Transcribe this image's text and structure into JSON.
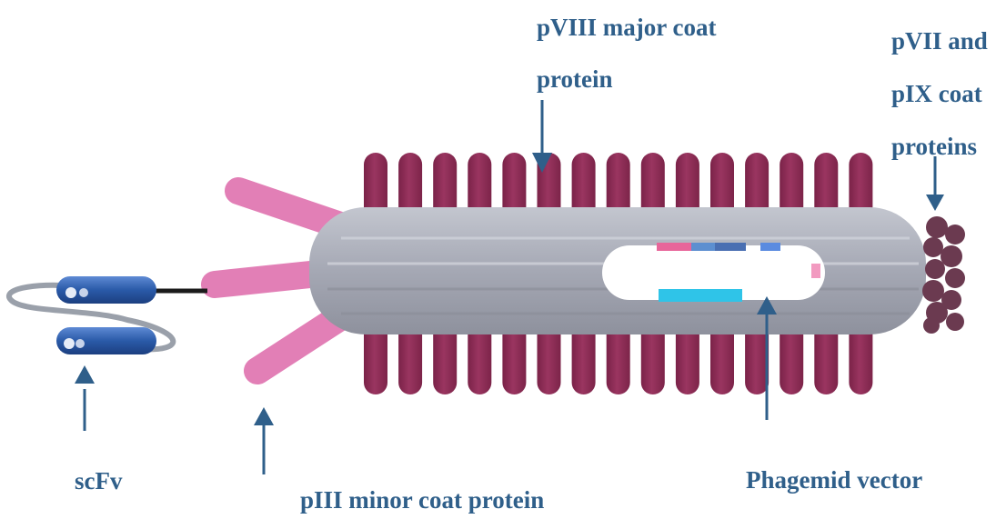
{
  "labels": {
    "pviii": {
      "line1": "pVIII major coat",
      "line2": "protein"
    },
    "pvii_pix": {
      "line1": "pVII and",
      "line2": "pIX coat",
      "line3": "proteins"
    },
    "scfv": "scFv",
    "piii": "pIII minor coat protein",
    "phagemid": "Phagemid vector"
  },
  "colors": {
    "label_text": "#2f5f8a",
    "arrow": "#2f5f8a",
    "pviii_rods": "#8e2d56",
    "body": "#a7aab6",
    "piii_arms": "#e27fb6",
    "scfv_domains": "#2a5aa8",
    "pix_cluster": "#6b3a50",
    "phagemid_window": "#ffffff",
    "phagemid_cyan": "#2fc4e8"
  }
}
